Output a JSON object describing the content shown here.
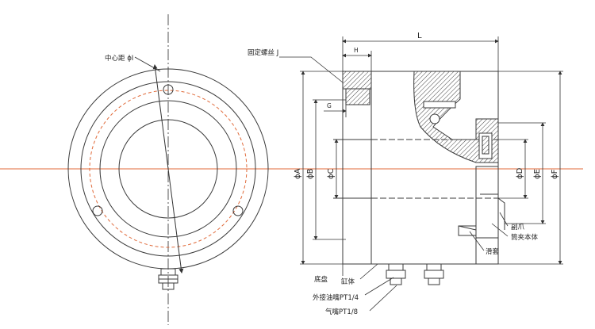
{
  "drawing": {
    "dimensions": {
      "L": "L",
      "H": "H",
      "G": "G",
      "A": "ϕA",
      "B": "ϕB",
      "C": "ϕC",
      "D": "ϕD",
      "E": "ϕE",
      "F": "ϕF"
    },
    "labels": {
      "center_distance": "中心距 ϕI",
      "fixing_screw": "固定螺丝 J",
      "claw": "副爪",
      "clamp_body": "筒夹本体",
      "sleeve": "滑套",
      "base_plate": "底盘",
      "cylinder": "缸体",
      "oil_nozzle": "外接油嘴PT1/4",
      "air_nozzle": "气嘴PT1/8"
    },
    "colors": {
      "line": "#3a3a3a",
      "centerline": "#e06a3a",
      "hatch": "#555555"
    }
  }
}
